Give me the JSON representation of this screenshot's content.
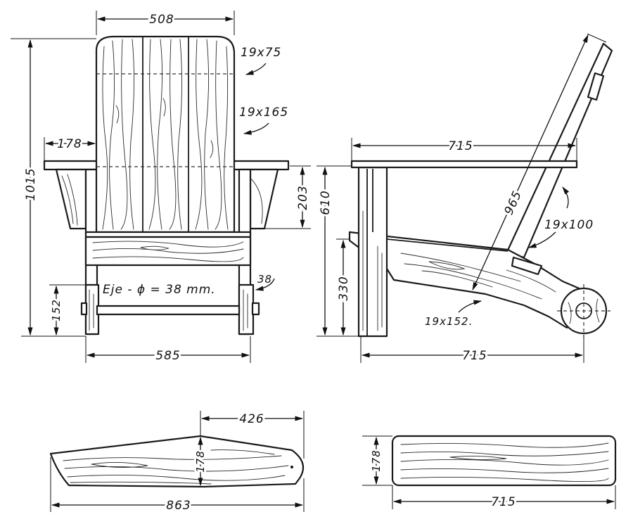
{
  "front_view": {
    "back_width": "508",
    "board_narrow": "19x75",
    "board_wide": "19x165",
    "arm_overhang": "178",
    "total_height": "1015",
    "arm_height": "203",
    "axle_note": "Eje - ϕ = 38 mm.",
    "axle_block": "38",
    "wheel_height": "152",
    "seat_width": "585"
  },
  "side_view": {
    "arm_length": "715",
    "back_length": "965",
    "leg_height": "610",
    "seat_height": "330",
    "slat": "19x100",
    "rail": "19x152.",
    "base_length": "715"
  },
  "arm_part": {
    "tail_length": "426",
    "width": "178",
    "length": "863"
  },
  "leg_part": {
    "width": "178",
    "length": "715"
  }
}
